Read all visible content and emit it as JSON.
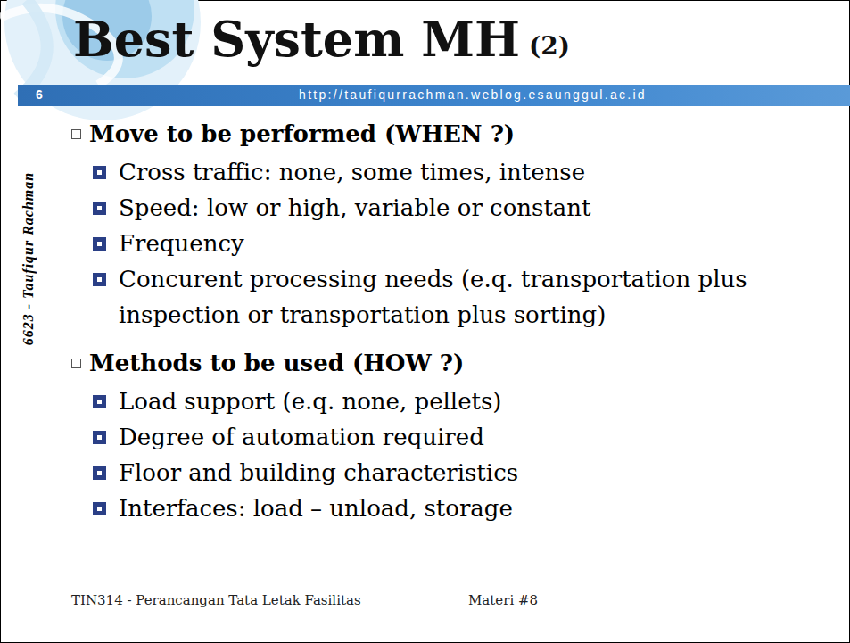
{
  "diagram": {
    "title": "Best System MH",
    "nodes": [
      {
        "text": [
          "6",
          "http://taufiqurrachman.weblog.esaunggul.ac.id"
        ]
      }
    ],
    "labels": [
      "(2)",
      "Move to be performed (WHEN ?)",
      "Cross traffic: none, some times, intense",
      "Speed: low or high, variable or constant",
      "Frequency",
      "Concurent processing needs (e.q. transportation plus inspection or transportation plus sorting)",
      "Methods to be used (HOW ?)",
      "Load support (e.q. none, pellets)",
      "Degree of automation required",
      "Floor and building characteristics",
      "Interfaces: load – unload, storage",
      "6623 - Taufiqur Rachman",
      "TIN314 - Perancangan Tata Letak Fasilitas",
      "Materi #8"
    ]
  }
}
